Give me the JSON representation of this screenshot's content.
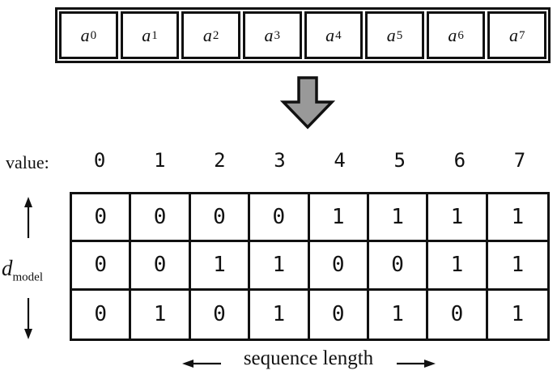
{
  "colors": {
    "ink": "#111111",
    "background": "#ffffff",
    "block_arrow_fill": "#999999"
  },
  "sequence_row": {
    "items": [
      {
        "base": "a",
        "sub": "0"
      },
      {
        "base": "a",
        "sub": "1"
      },
      {
        "base": "a",
        "sub": "2"
      },
      {
        "base": "a",
        "sub": "3"
      },
      {
        "base": "a",
        "sub": "4"
      },
      {
        "base": "a",
        "sub": "5"
      },
      {
        "base": "a",
        "sub": "6"
      },
      {
        "base": "a",
        "sub": "7"
      }
    ]
  },
  "transform_arrow": {
    "icon": "block-down-arrow"
  },
  "value_row": {
    "label": "value:",
    "values": [
      "0",
      "1",
      "2",
      "3",
      "4",
      "5",
      "6",
      "7"
    ]
  },
  "matrix": {
    "rows": [
      [
        "0",
        "0",
        "0",
        "0",
        "1",
        "1",
        "1",
        "1"
      ],
      [
        "0",
        "0",
        "1",
        "1",
        "0",
        "0",
        "1",
        "1"
      ],
      [
        "0",
        "1",
        "0",
        "1",
        "0",
        "1",
        "0",
        "1"
      ]
    ]
  },
  "dmodel_label": {
    "base": "d",
    "subscript": "model"
  },
  "sequence_length_label": "sequence length"
}
